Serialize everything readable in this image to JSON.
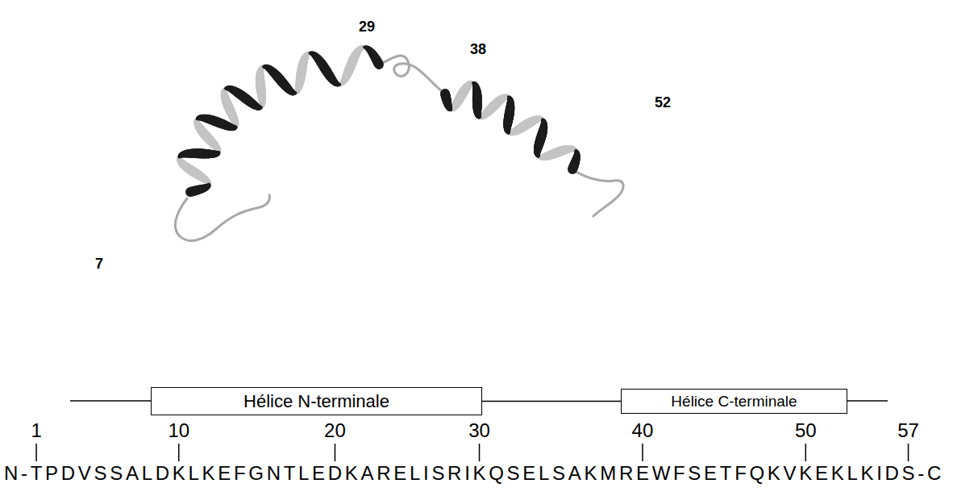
{
  "diagram": {
    "nodes": [
      {
        "text": [
          "Hélice N-terminale"
        ]
      },
      {
        "text": [
          "Hélice C-terminale"
        ]
      }
    ],
    "edges": [
      {
        "from": 0,
        "to": 1,
        "arrow": "none"
      }
    ],
    "labels": [
      "7",
      "29",
      "38",
      "52",
      "1",
      "10",
      "20",
      "30",
      "40",
      "50",
      "57",
      "N-TPDVSSALDKLKEFGNTLEDKARELISRIKQSELSAKMREWFSETFQKVKEKLKIDS-C"
    ]
  }
}
